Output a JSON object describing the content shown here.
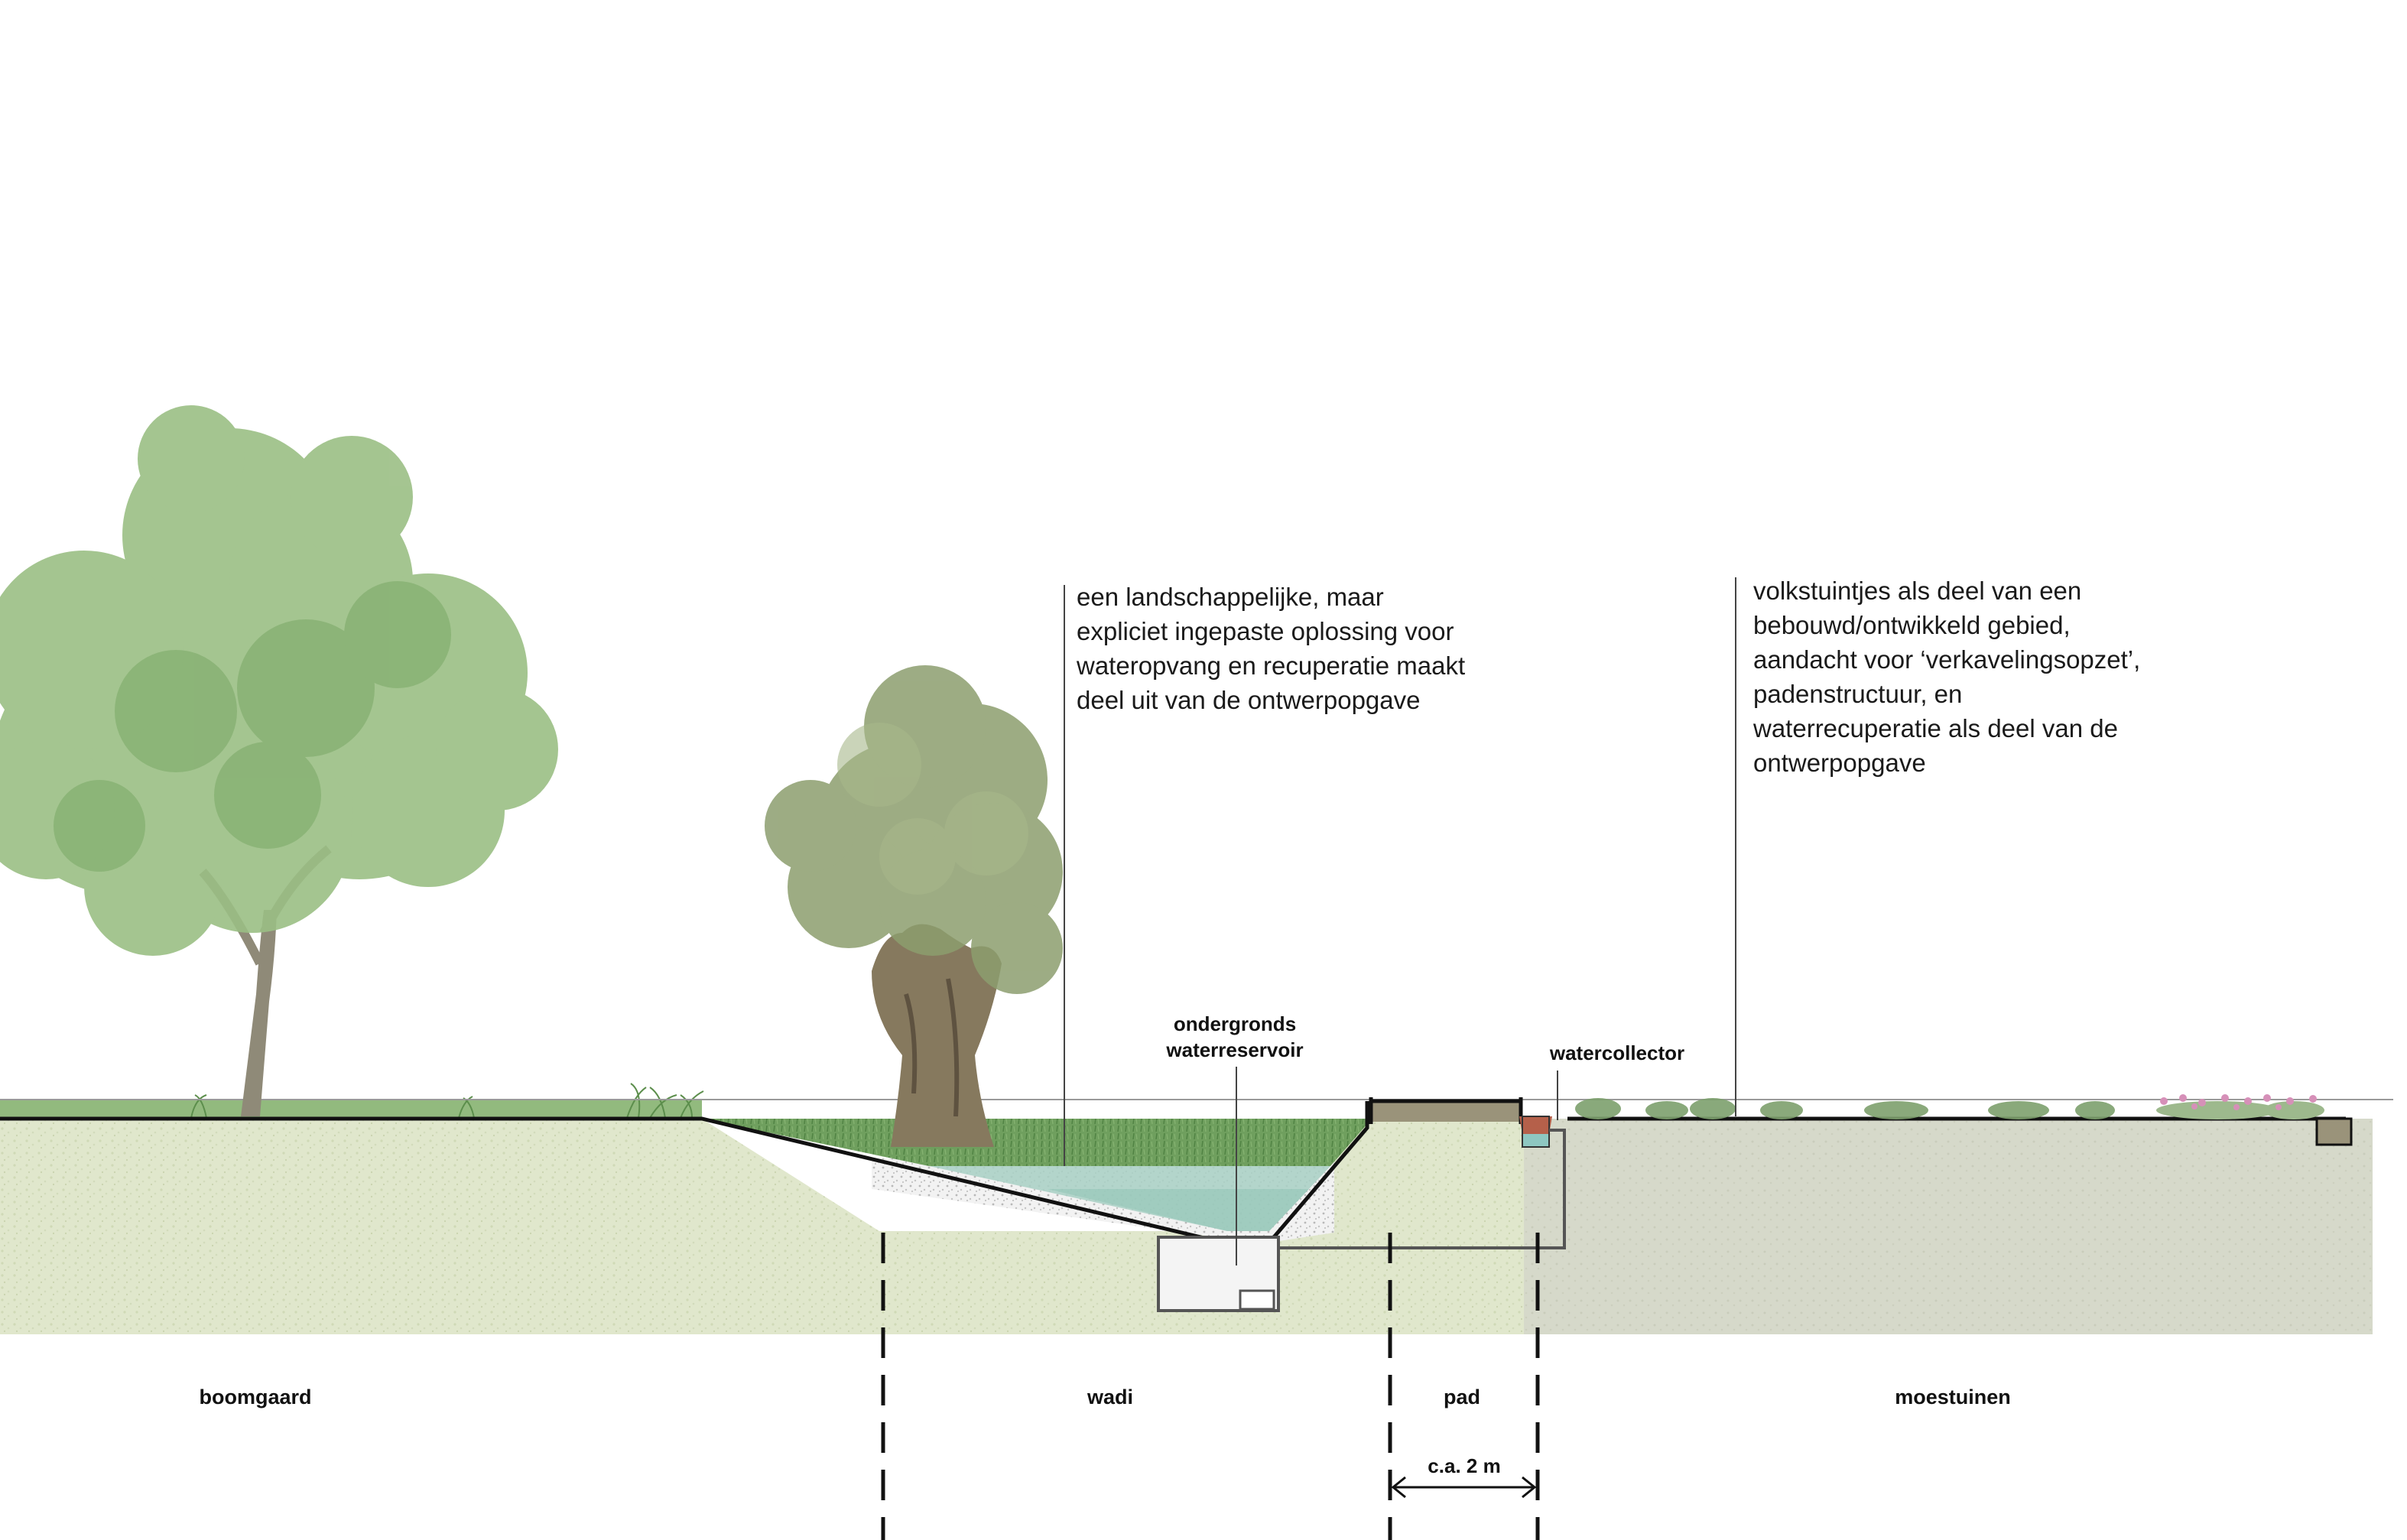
{
  "annotations": {
    "wadi_note": [
      "een landschappelijke, maar",
      "expliciet ingepaste oplossing voor",
      "wateropvang en recuperatie maakt",
      "deel uit van de ontwerpopgave"
    ],
    "moestuin_note": [
      "volkstuintjes als deel van een",
      "bebouwd/ontwikkeld gebied,",
      "aandacht voor ‘verkavelingsopzet’,",
      "padenstructuur, en",
      "waterrecuperatie als deel van de",
      "ontwerpopgave"
    ]
  },
  "labels": {
    "reservoir": [
      "ondergronds",
      "waterreservoir"
    ],
    "collector": "watercollector",
    "dimension": "c.a. 2 m"
  },
  "zones": {
    "boomgaard": "boomgaard",
    "wadi": "wadi",
    "pad": "pad",
    "moestuinen": "moestuinen"
  },
  "colors": {
    "soil": "#dfe6c8",
    "soil_right": "#d4d7c8",
    "grass": "#6a9a5a",
    "water": "#a9d2c7",
    "gravel": "#eeeeee",
    "path_slab": "#9a937a",
    "collector": "#b5604a",
    "tree_foliage": "#8fb277",
    "trunk": "#7a705a"
  }
}
